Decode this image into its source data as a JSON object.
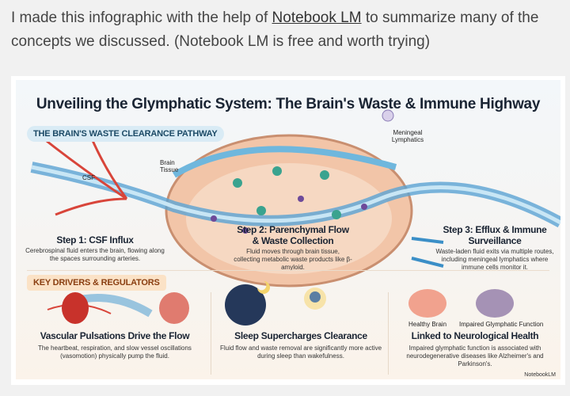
{
  "intro": {
    "text_before": "I made this infographic with the help of ",
    "link": "Notebook LM",
    "text_after": " to summarize many of the concepts we discussed. (Notebook LM is free and worth trying)"
  },
  "infographic": {
    "title": "Unveiling the Glymphatic System: The Brain's Waste & Immune Highway",
    "pathway_heading": "THE BRAIN'S WASTE CLEARANCE PATHWAY",
    "labels": {
      "csf": "CSF",
      "brain_tissue": "Brain Tissue",
      "meningeal": "Meningeal Lymphatics"
    },
    "steps": [
      {
        "title": "Step 1: CSF Influx",
        "text": "Cerebrospinal fluid enters the brain, flowing along the spaces surrounding arteries."
      },
      {
        "title": "Step 2: Parenchymal Flow & Waste Collection",
        "text": "Fluid moves through brain tissue, collecting metabolic waste products like β-amyloid."
      },
      {
        "title": "Step 3: Efflux & Immune Surveillance",
        "text": "Waste-laden fluid exits via multiple routes, including meningeal lymphatics where immune cells monitor it."
      }
    ],
    "drivers_heading": "KEY DRIVERS & REGULATORS",
    "drivers": [
      {
        "title": "Vascular Pulsations Drive the Flow",
        "text": "The heartbeat, respiration, and slow vessel oscillations (vasomotion) physically pump the fluid."
      },
      {
        "title": "Sleep Supercharges Clearance",
        "text": "Fluid flow and waste removal are significantly more active during sleep than wakefulness."
      },
      {
        "title": "Linked to Neurological Health",
        "text": "Impaired glymphatic function is associated with neurodegenerative diseases like Alzheimer's and Parkinson's."
      }
    ],
    "brain_labels": {
      "healthy": "Healthy Brain",
      "impaired": "Impaired Glymphatic Function"
    },
    "watermark": "NotebookLM"
  }
}
